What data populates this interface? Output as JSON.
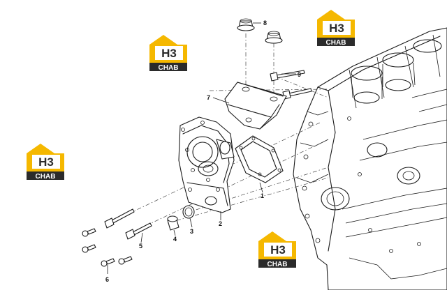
{
  "callouts": [
    {
      "id": "c1",
      "label": "1"
    },
    {
      "id": "c2",
      "label": "2"
    },
    {
      "id": "c3",
      "label": "3"
    },
    {
      "id": "c4",
      "label": "4"
    },
    {
      "id": "c5",
      "label": "5"
    },
    {
      "id": "c6",
      "label": "6"
    },
    {
      "id": "c7",
      "label": "7"
    },
    {
      "id": "c8",
      "label": "8"
    },
    {
      "id": "c9",
      "label": "9"
    }
  ],
  "watermark": {
    "logo_letters": "H3",
    "logo_caption": "CHAB",
    "colors": {
      "yellow": "#f5b800",
      "dark": "#2b2b2b",
      "white": "#ffffff"
    }
  }
}
